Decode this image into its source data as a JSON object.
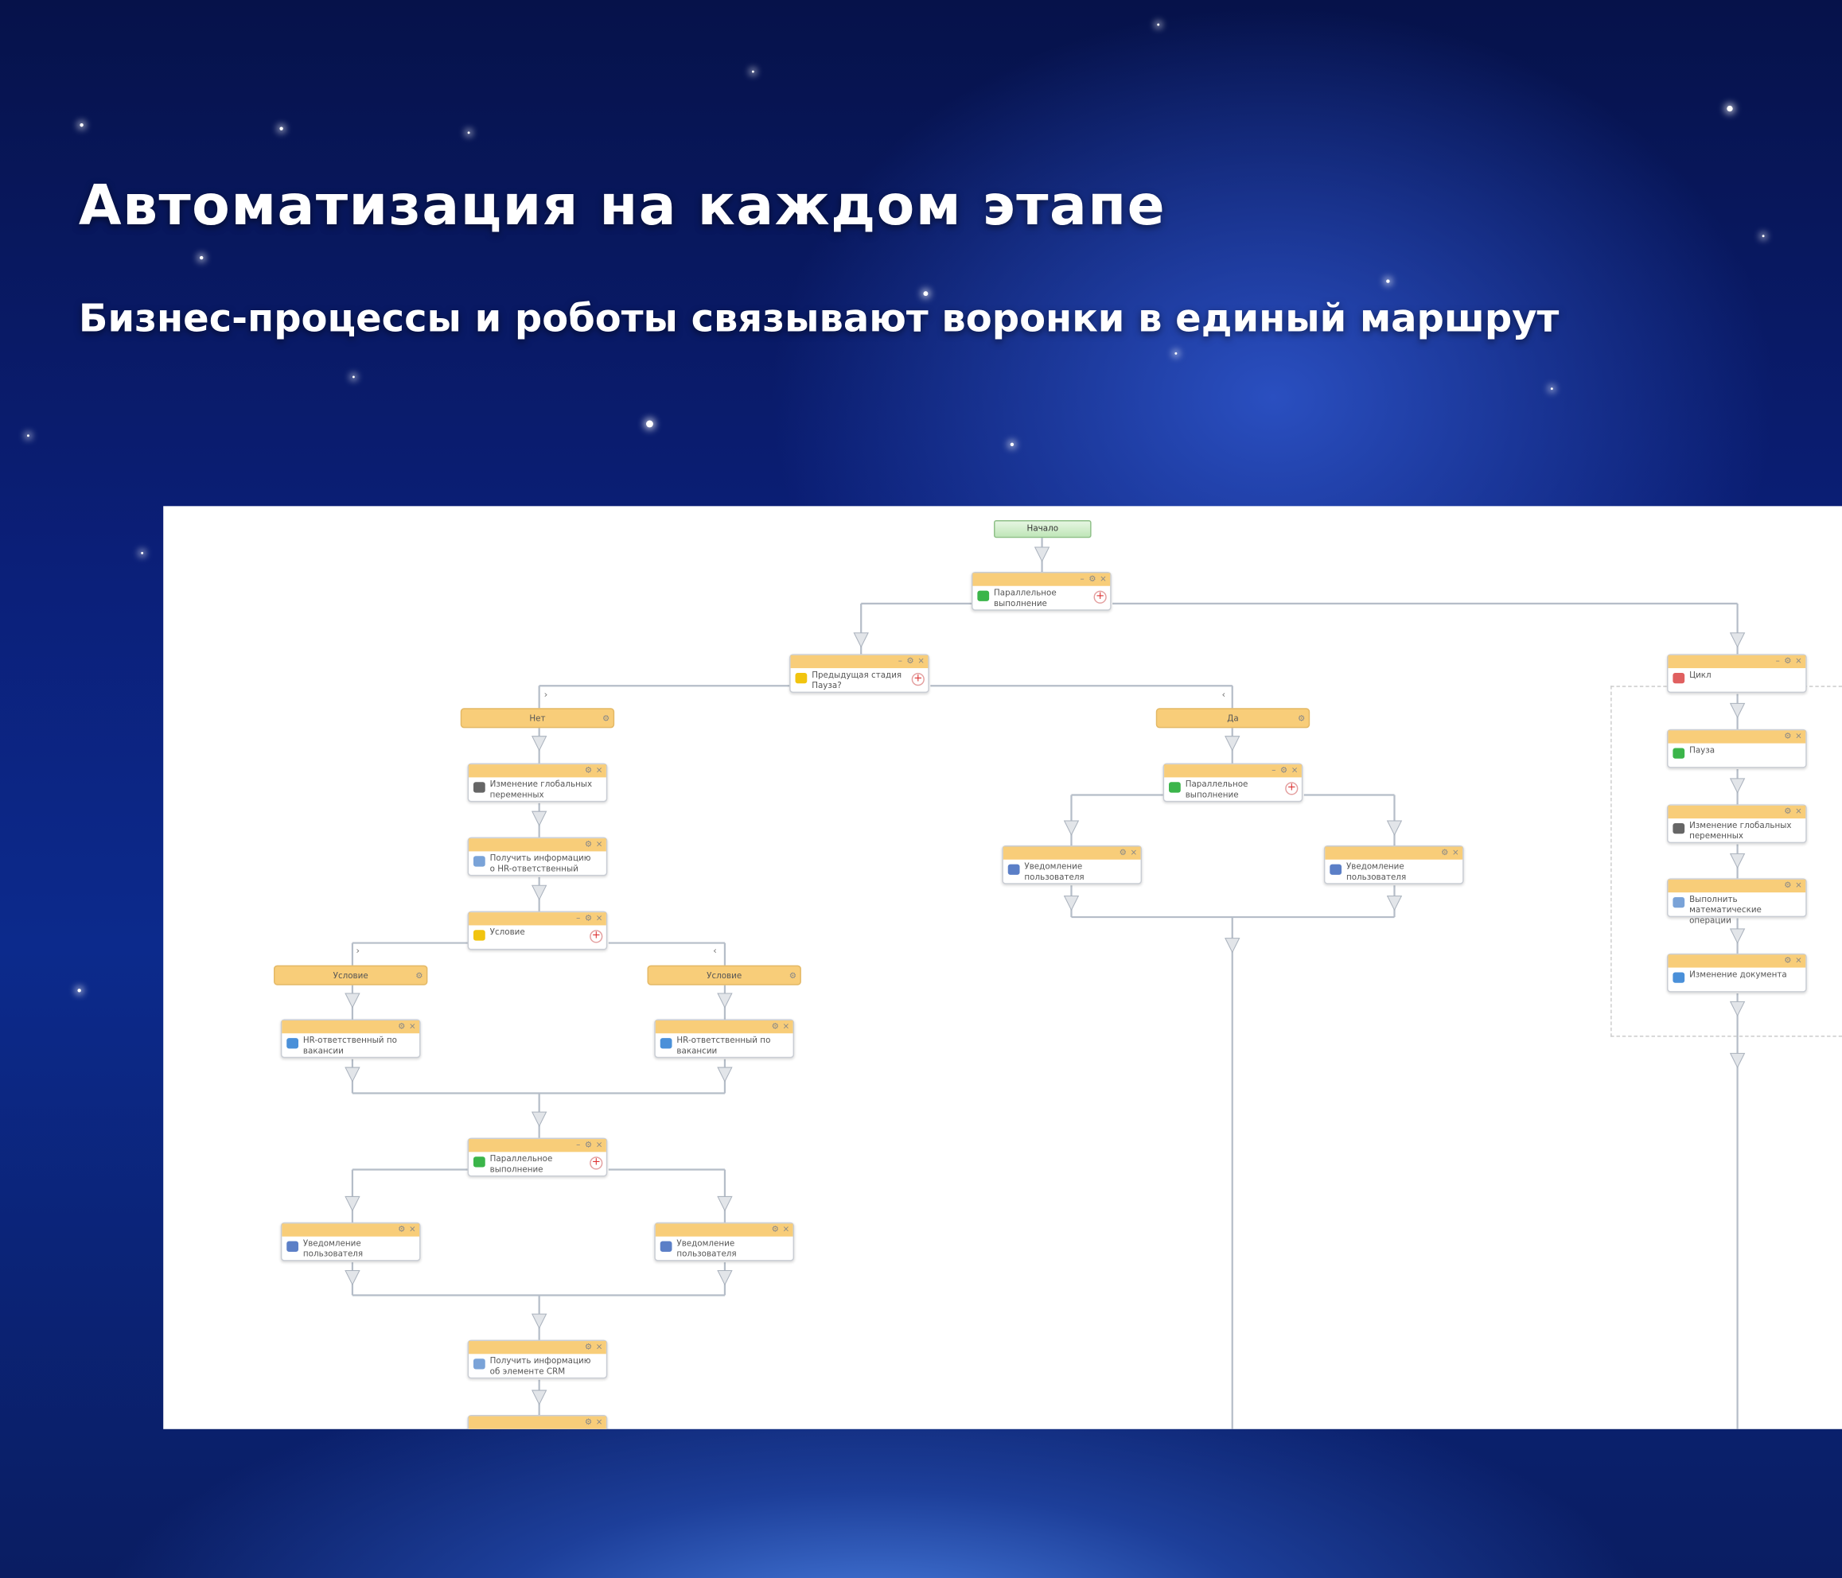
{
  "heading": {
    "title": "Автоматизация на каждом этапе",
    "subtitle": "Бизнес-процессы и роботы связывают воронки в единый маршрут"
  },
  "diagram": {
    "start": "Начало",
    "branch_labels": [
      "Нет",
      "Да",
      "Условие",
      "Условие"
    ],
    "nodes": [
      {
        "text": "Параллельное выполнение",
        "icon": "parallel-icon",
        "color": "#3bb54a",
        "plus": true,
        "min": true
      },
      {
        "text": "Предыдущая стадия Пауза?",
        "icon": "condition-icon",
        "color": "#f1c40f",
        "plus": true,
        "min": true
      },
      {
        "text": "Изменение глобальных переменных",
        "icon": "variables-icon",
        "color": "#666",
        "plus": false,
        "min": false
      },
      {
        "text": "Получить информацию о HR-ответственный",
        "icon": "info-icon",
        "color": "#7aa3d8",
        "plus": false,
        "min": false
      },
      {
        "text": "Условие",
        "icon": "condition-icon",
        "color": "#f1c40f",
        "plus": true,
        "min": true
      },
      {
        "text": "HR-ответственный по вакансии",
        "icon": "edit-document-icon",
        "color": "#4a90d9",
        "plus": false,
        "min": false
      },
      {
        "text": "HR-ответственный по вакансии",
        "icon": "edit-document-icon",
        "color": "#4a90d9",
        "plus": false,
        "min": false
      },
      {
        "text": "Параллельное выполнение",
        "icon": "parallel-icon",
        "color": "#3bb54a",
        "plus": true,
        "min": true
      },
      {
        "text": "Уведомление пользователя",
        "icon": "notify-icon",
        "color": "#5b7fc7",
        "plus": false,
        "min": false
      },
      {
        "text": "Уведомление пользователя",
        "icon": "notify-icon",
        "color": "#5b7fc7",
        "plus": false,
        "min": false
      },
      {
        "text": "Получить информацию об элементе CRM",
        "icon": "info-icon",
        "color": "#7aa3d8",
        "plus": false,
        "min": false
      },
      {
        "text": "",
        "icon": "",
        "color": "#fff",
        "plus": false,
        "min": false
      },
      {
        "text": "Параллельное выполнение",
        "icon": "parallel-icon",
        "color": "#3bb54a",
        "plus": true,
        "min": true
      },
      {
        "text": "Уведомление пользователя",
        "icon": "notify-icon",
        "color": "#5b7fc7",
        "plus": false,
        "min": false
      },
      {
        "text": "Уведомление пользователя",
        "icon": "notify-icon",
        "color": "#5b7fc7",
        "plus": false,
        "min": false
      },
      {
        "text": "Цикл",
        "icon": "loop-icon",
        "color": "#e06060",
        "plus": false,
        "min": true
      },
      {
        "text": "Пауза",
        "icon": "pause-icon",
        "color": "#3bb54a",
        "plus": false,
        "min": false
      },
      {
        "text": "Изменение глобальных переменных",
        "icon": "variables-icon",
        "color": "#666",
        "plus": false,
        "min": false
      },
      {
        "text": "Выполнить математические операции",
        "icon": "math-icon",
        "color": "#7aa3d8",
        "plus": false,
        "min": false
      },
      {
        "text": "Изменение документа",
        "icon": "edit-document-icon",
        "color": "#4a90d9",
        "plus": false,
        "min": false
      }
    ],
    "controls": {
      "minimize": "–",
      "settings": "⚙",
      "close": "×",
      "add": "+"
    },
    "branch_marks": {
      "right": "›",
      "left": "‹"
    }
  }
}
